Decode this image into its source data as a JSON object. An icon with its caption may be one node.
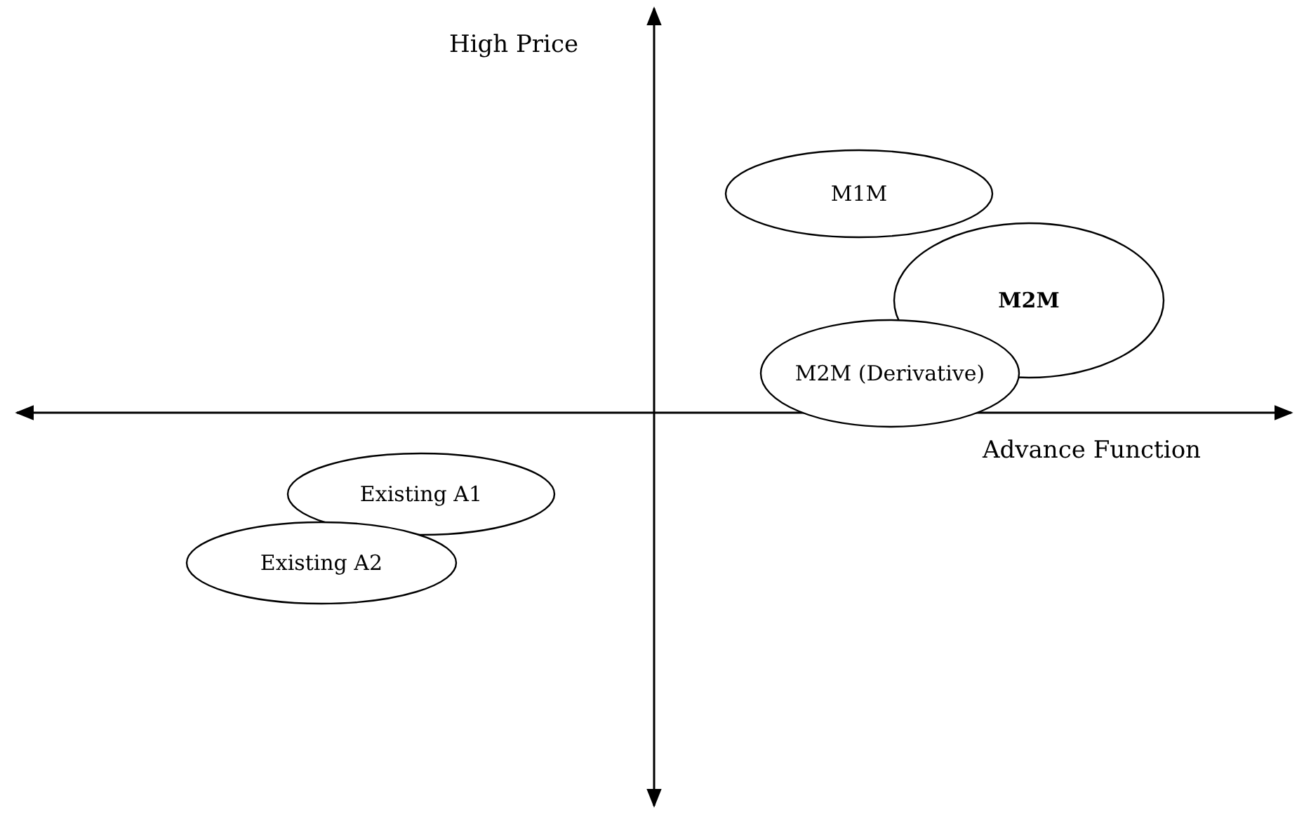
{
  "diagram": {
    "nodes": [
      {
        "text": [
          "M1M"
        ]
      },
      {
        "text": [
          "M2M"
        ]
      },
      {
        "text": [
          "M2M (Derivative)"
        ]
      },
      {
        "text": [
          "Existing A1"
        ]
      },
      {
        "text": [
          "Existing A2"
        ]
      }
    ],
    "edges": [],
    "labels": [
      "High Price",
      "Advance Function"
    ]
  }
}
